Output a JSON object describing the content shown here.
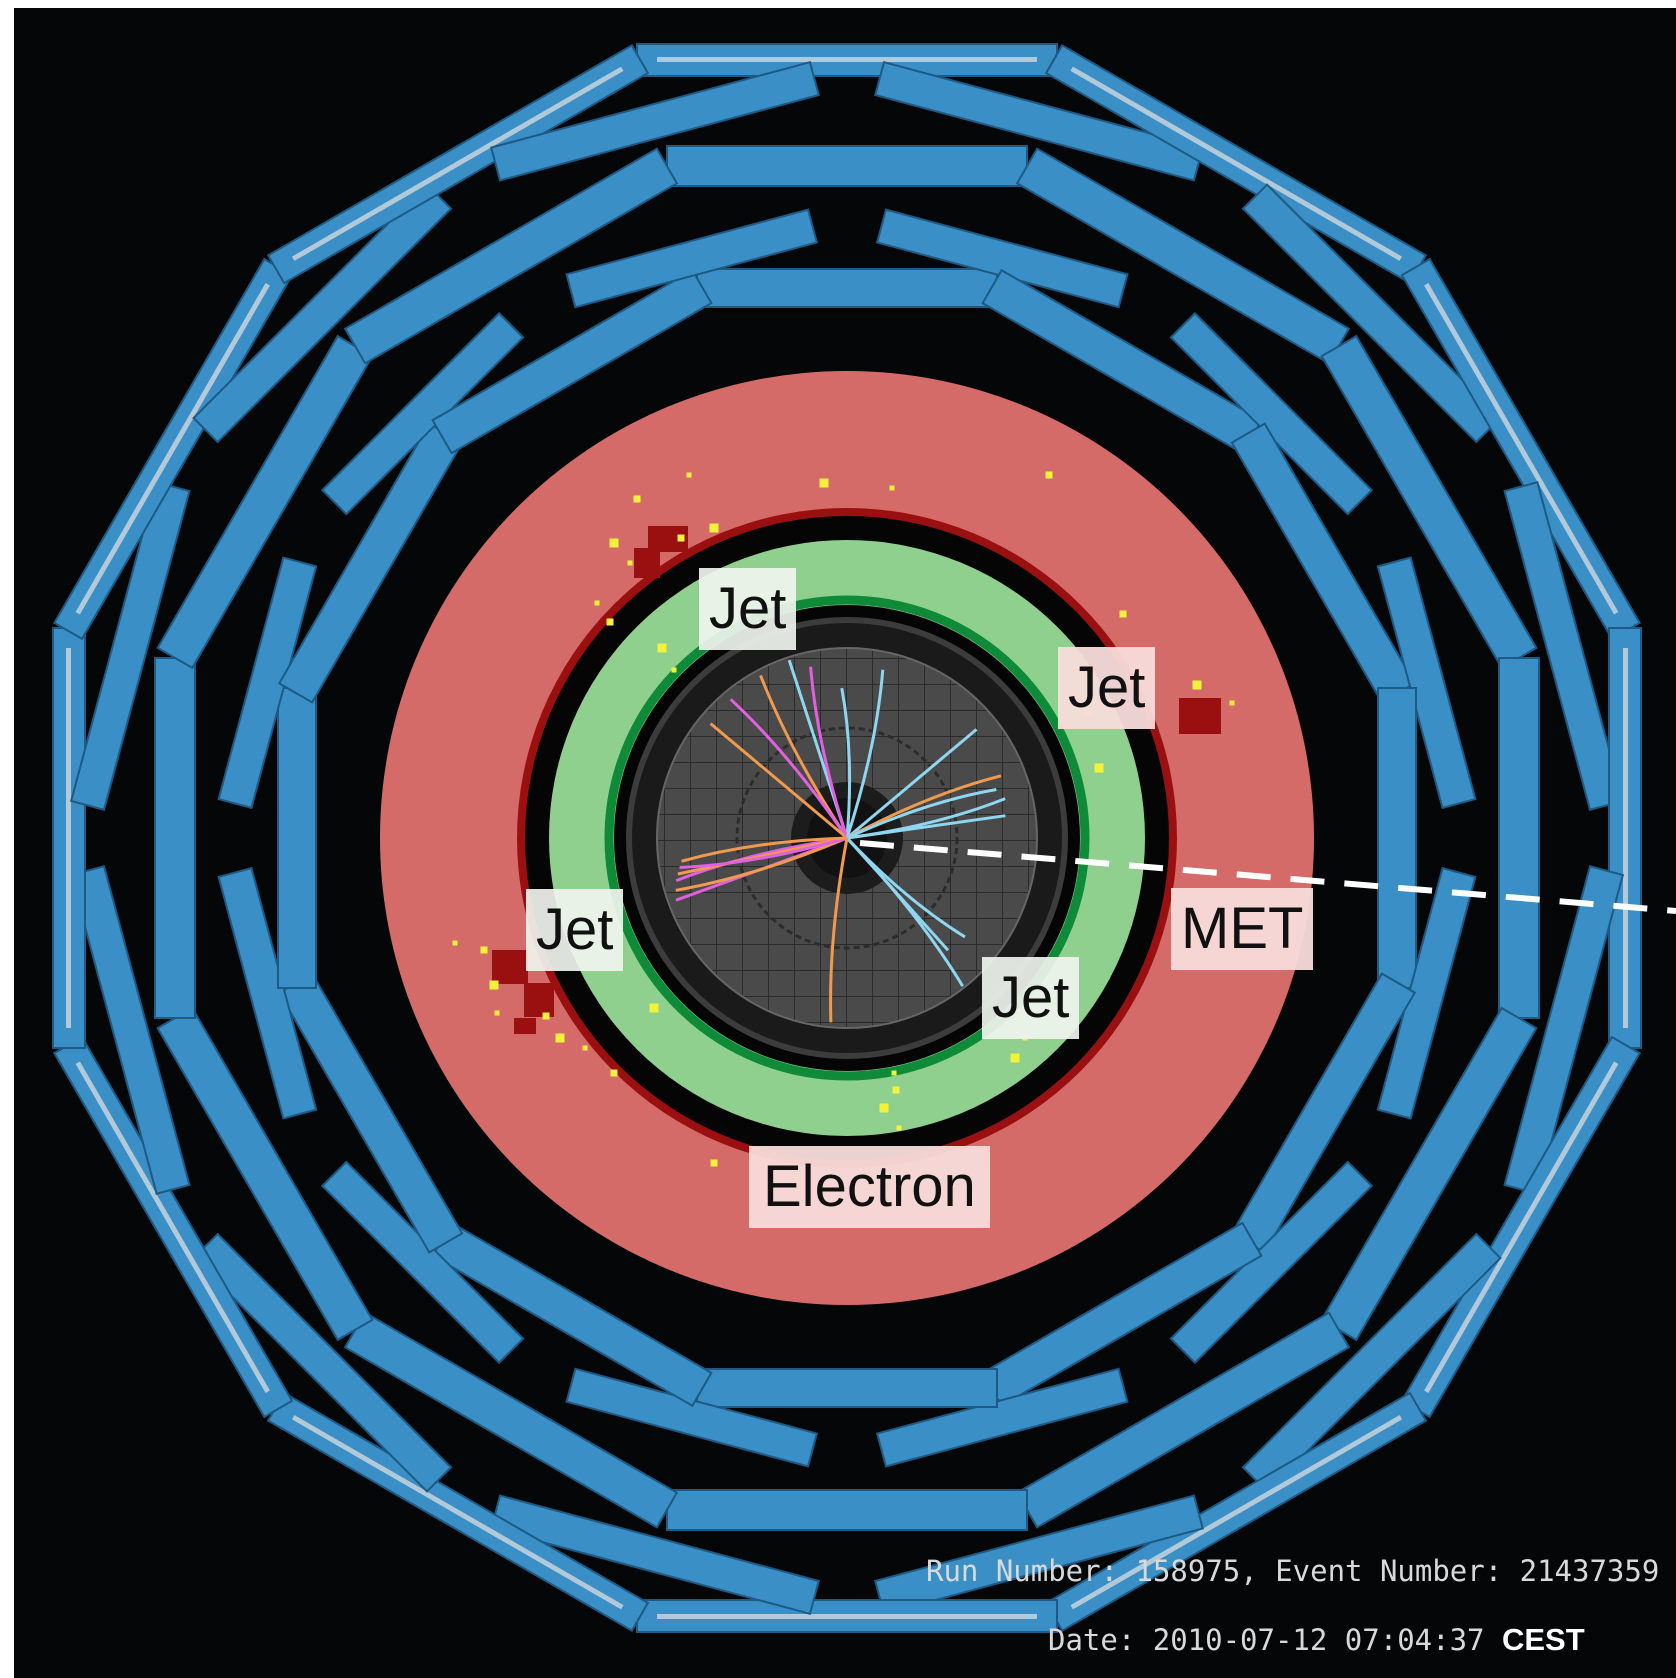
{
  "labels": {
    "jet_top": "Jet",
    "jet_right": "Jet",
    "jet_left": "Jet",
    "jet_bottom": "Jet",
    "met": "MET",
    "electron": "Electron"
  },
  "info": {
    "run_event": "Run Number: 158975, Event Number: 21437359",
    "date_prefix": "Date: 2010-07-12 07:04:37",
    "timezone": "CEST"
  },
  "colors": {
    "background": "#040608",
    "muon_chambers": "#3a8fc6",
    "muon_highlight": "#c8d4dc",
    "hadronic_calorimeter": "#d56b68",
    "hadronic_deposits": "#9a1010",
    "em_calorimeter": "#8fd08f",
    "em_boundary": "#0f8a38",
    "inner_detector": "#3f3f3f",
    "energy_hits": "#f2f23a",
    "met_line": "#ffffff"
  },
  "tracks": [
    {
      "color": "#8fd6f0"
    },
    {
      "color": "#f09a50"
    },
    {
      "color": "#e060e0"
    }
  ]
}
